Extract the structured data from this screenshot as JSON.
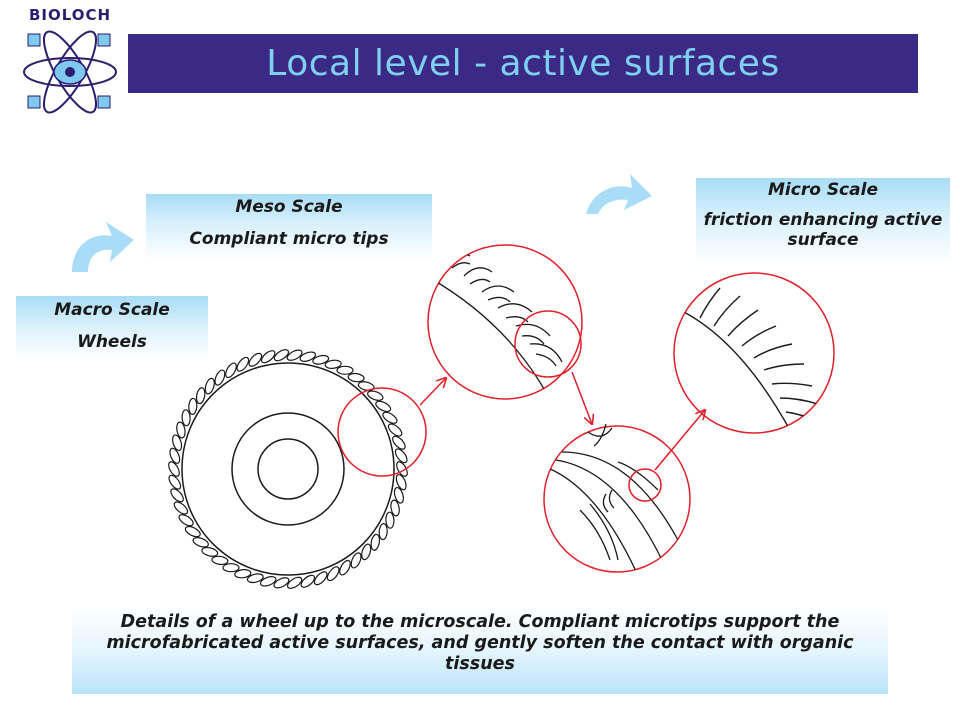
{
  "logo": {
    "text": "BIOLOCH"
  },
  "title": "Local level - active surfaces",
  "labels": {
    "macro": {
      "line1": "Macro Scale",
      "line2": "Wheels"
    },
    "meso": {
      "line1": "Meso Scale",
      "line2": "Compliant micro tips"
    },
    "micro": {
      "line1": "Micro Scale",
      "line2": "friction enhancing active surface"
    }
  },
  "caption": "Details of a wheel up to the microscale. Compliant microtips support the microfabricated active surfaces, and gently soften the contact with organic tissues",
  "colors": {
    "title_bar": "#3b2a85",
    "title_text": "#7fd0f0",
    "magnifier": "#e0202a",
    "curved_arrow": "#a9dcf6",
    "line_art": "#1a1a1a"
  },
  "icons": [
    "atom-logo-icon",
    "curved-arrow-icon"
  ]
}
